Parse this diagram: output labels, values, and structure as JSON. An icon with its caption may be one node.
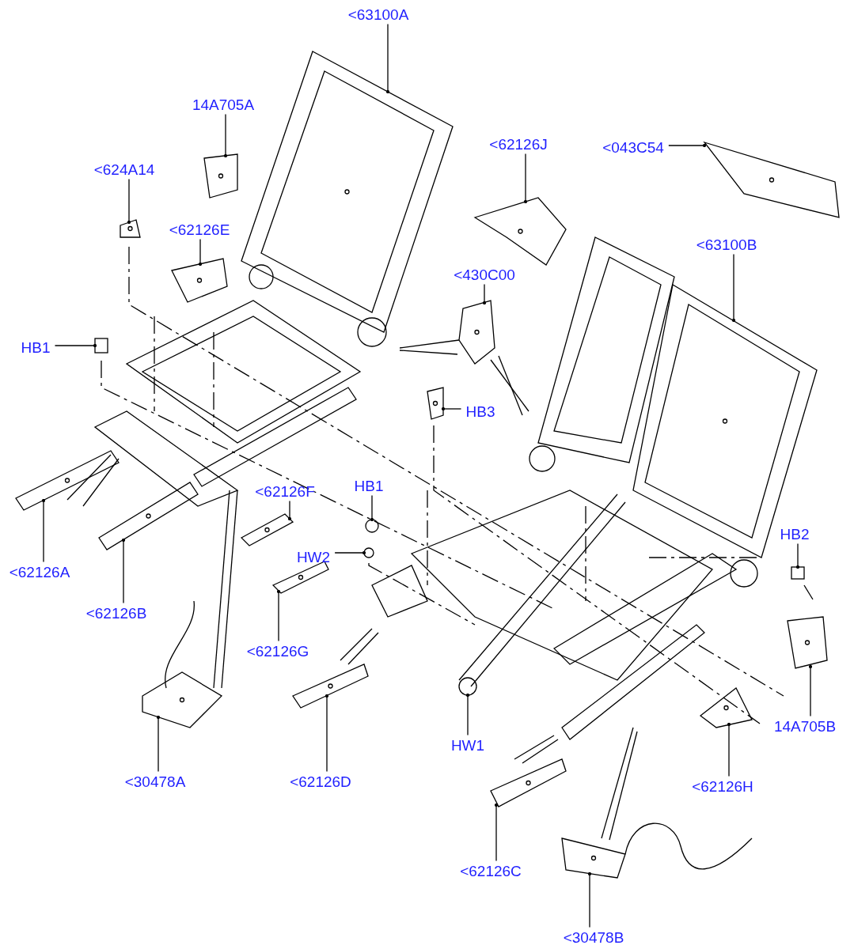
{
  "diagram": {
    "nodes": [
      {
        "text": [
          "<63100A"
        ]
      },
      {
        "text": [
          "14A705A"
        ]
      },
      {
        "text": [
          "<624A14"
        ]
      },
      {
        "text": [
          "<62126J"
        ]
      },
      {
        "text": [
          "<043C54"
        ]
      },
      {
        "text": [
          "<62126E"
        ]
      },
      {
        "text": [
          "<63100B"
        ]
      },
      {
        "text": [
          "<430C00"
        ]
      },
      {
        "text": [
          "HB1"
        ]
      },
      {
        "text": [
          "HB3"
        ]
      },
      {
        "text": [
          "<62126F"
        ]
      },
      {
        "text": [
          "HB1"
        ]
      },
      {
        "text": [
          "HW2"
        ]
      },
      {
        "text": [
          "HB2"
        ]
      },
      {
        "text": [
          "<62126A"
        ]
      },
      {
        "text": [
          "<62126B"
        ]
      },
      {
        "text": [
          "<62126G"
        ]
      },
      {
        "text": [
          "14A705B"
        ]
      },
      {
        "text": [
          "HW1"
        ]
      },
      {
        "text": [
          "<30478A"
        ]
      },
      {
        "text": [
          "<62126D"
        ]
      },
      {
        "text": [
          "<62126H"
        ]
      },
      {
        "text": [
          "<62126C"
        ]
      },
      {
        "text": [
          "<30478B"
        ]
      },
      {
        "text": [],
        "shape": "picture"
      },
      {
        "text": [],
        "shape": "picture"
      },
      {
        "text": [],
        "shape": "picture"
      },
      {
        "text": [],
        "shape": "picture"
      },
      {
        "text": [],
        "shape": "picture"
      },
      {
        "text": [],
        "shape": "picture"
      },
      {
        "text": [],
        "shape": "picture"
      },
      {
        "text": [],
        "shape": "picture"
      },
      {
        "text": [],
        "shape": "box"
      },
      {
        "text": [],
        "shape": "picture"
      },
      {
        "text": [],
        "shape": "picture"
      },
      {
        "text": [],
        "shape": "circle"
      },
      {
        "text": [],
        "shape": "circle"
      },
      {
        "text": [],
        "shape": "box"
      },
      {
        "text": [],
        "shape": "picture"
      },
      {
        "text": [],
        "shape": "picture"
      },
      {
        "text": [],
        "shape": "picture"
      },
      {
        "text": [],
        "shape": "picture"
      },
      {
        "text": [],
        "shape": "circle"
      },
      {
        "text": [],
        "shape": "picture"
      },
      {
        "text": [],
        "shape": "picture"
      },
      {
        "text": [],
        "shape": "picture"
      },
      {
        "text": [],
        "shape": "picture"
      },
      {
        "text": [],
        "shape": "picture"
      }
    ],
    "edges": [
      {
        "from": 0,
        "to": 24,
        "arrow": "other"
      },
      {
        "from": 1,
        "to": 25,
        "arrow": "other"
      },
      {
        "from": 2,
        "to": 26,
        "arrow": "other"
      },
      {
        "from": 3,
        "to": 27,
        "arrow": "other"
      },
      {
        "from": 4,
        "to": 28,
        "arrow": "other"
      },
      {
        "from": 5,
        "to": 29,
        "arrow": "other"
      },
      {
        "from": 6,
        "to": 30,
        "arrow": "other"
      },
      {
        "from": 7,
        "to": 31,
        "arrow": "other"
      },
      {
        "from": 8,
        "to": 32,
        "arrow": "other"
      },
      {
        "from": 9,
        "to": 33,
        "arrow": "other"
      },
      {
        "from": 10,
        "to": 34,
        "arrow": "other"
      },
      {
        "from": 11,
        "to": 35,
        "arrow": "other"
      },
      {
        "from": 12,
        "to": 36,
        "arrow": "other"
      },
      {
        "from": 13,
        "to": 37,
        "arrow": "other"
      },
      {
        "from": 14,
        "to": 38,
        "arrow": "other"
      },
      {
        "from": 15,
        "to": 39,
        "arrow": "other"
      },
      {
        "from": 16,
        "to": 40,
        "arrow": "other"
      },
      {
        "from": 17,
        "to": 41,
        "arrow": "other"
      },
      {
        "from": 18,
        "to": 42,
        "arrow": "other"
      },
      {
        "from": 19,
        "to": 43,
        "arrow": "other"
      },
      {
        "from": 20,
        "to": 44,
        "arrow": "other"
      },
      {
        "from": 21,
        "to": 45,
        "arrow": "other"
      },
      {
        "from": 22,
        "to": 46,
        "arrow": "other"
      },
      {
        "from": 23,
        "to": 47,
        "arrow": "other"
      }
    ]
  }
}
